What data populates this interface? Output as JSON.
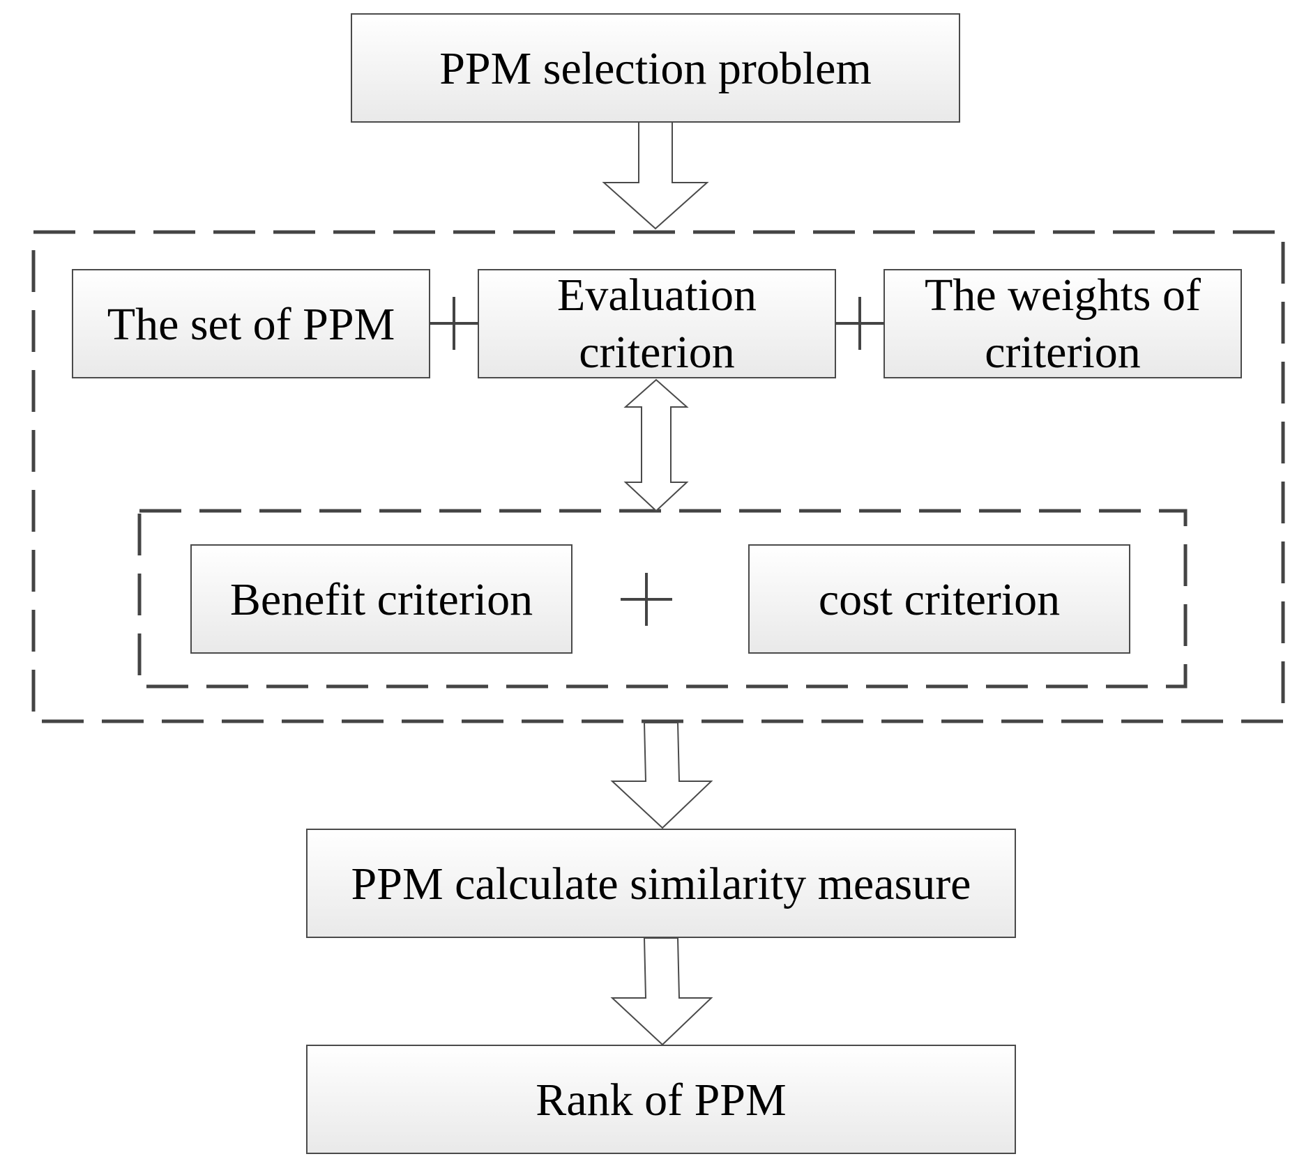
{
  "diagram": {
    "top_box": {
      "label": "PPM selection problem"
    },
    "set_box": {
      "label": "The set of PPM"
    },
    "evaluation_box": {
      "lines": [
        "Evaluation",
        "criterion"
      ]
    },
    "weights_box": {
      "lines": [
        "The weights of",
        "criterion"
      ]
    },
    "benefit_box": {
      "label": "Benefit criterion"
    },
    "cost_box": {
      "label": "cost criterion"
    },
    "similarity_box": {
      "label": "PPM calculate similarity measure"
    },
    "rank_box": {
      "label": "Rank of PPM"
    }
  },
  "colors": {
    "box_fill_top": "#ffffff",
    "box_fill_bottom": "#e9e9e9",
    "stroke": "#4a4a4a",
    "text": "#000000"
  }
}
